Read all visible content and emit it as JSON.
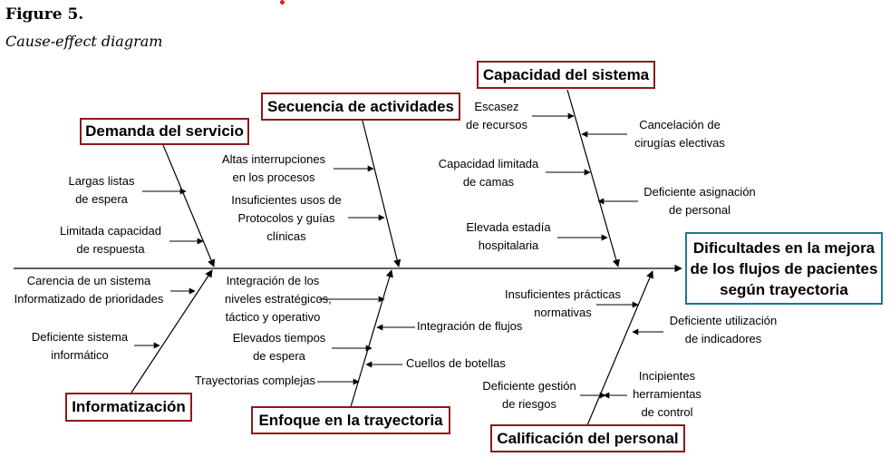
{
  "figure": {
    "label": "Figure 5.",
    "caption": "Cause-effect diagram"
  },
  "effect": {
    "lines": [
      "Dificultades en la mejora",
      "de los flujos de pacientes",
      "según trayectoria"
    ]
  },
  "categories": {
    "demanda": "Demanda del servicio",
    "secuencia": "Secuencia de actividades",
    "capacidad": "Capacidad del sistema",
    "informatizacion": "Informatización",
    "enfoque": "Enfoque en la trayectoria",
    "calificacion": "Calificación del personal"
  },
  "causes": {
    "demanda": [
      [
        "Largas listas",
        "de espera"
      ],
      [
        "Limitada capacidad",
        "de respuesta"
      ]
    ],
    "secuencia": [
      [
        "Altas interrupciones",
        "en los procesos"
      ],
      [
        "Insuficientes usos de",
        "Protocolos y guías",
        "clínicas"
      ]
    ],
    "capacidad": [
      [
        "Escasez",
        "de recursos"
      ],
      [
        "Cancelación de",
        "cirugías electivas"
      ],
      [
        "Capacidad limitada",
        "de camas"
      ],
      [
        "Deficiente asignación",
        "de personal"
      ],
      [
        "Elevada estadía",
        "hospitalaria"
      ]
    ],
    "informatizacion": [
      [
        "Carencia de un sistema",
        "Informatizado de prioridades"
      ],
      [
        "Deficiente sistema",
        "informático"
      ]
    ],
    "enfoque": [
      [
        "Integración de los",
        "niveles estratégicos,",
        "táctico y operativo"
      ],
      [
        "Integración de flujos"
      ],
      [
        "Elevados tiempos",
        "de espera"
      ],
      [
        "Cuellos de botellas"
      ],
      [
        "Trayectorias complejas"
      ]
    ],
    "calificacion": [
      [
        "Insuficientes prácticas",
        "normativas"
      ],
      [
        "Deficiente utilización",
        "de indicadores"
      ],
      [
        "Deficiente gestión",
        "de riesgos"
      ],
      [
        "Incipientes",
        "herramientas",
        "de control"
      ]
    ]
  }
}
